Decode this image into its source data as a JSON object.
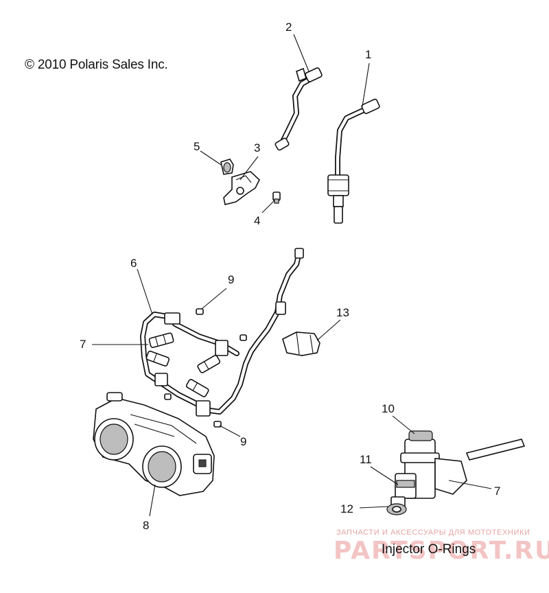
{
  "copyright": "© 2010 Polaris Sales Inc.",
  "caption": "Injector O-Rings",
  "watermark": {
    "tagline": "ЗАПЧАСТИ И АКСЕССУАРЫ ДЛЯ МОТОТЕХНИКИ",
    "brand": "PARTSPORT.RU"
  },
  "callouts": {
    "c1": "1",
    "c2": "2",
    "c3": "3",
    "c4": "4",
    "c5": "5",
    "c6": "6",
    "c7a": "7",
    "c7b": "7",
    "c8": "8",
    "c9a": "9",
    "c9b": "9",
    "c10": "10",
    "c11": "11",
    "c12": "12",
    "c13": "13"
  },
  "colors": {
    "line": "#111111",
    "watermark": "#f3c4c4"
  }
}
